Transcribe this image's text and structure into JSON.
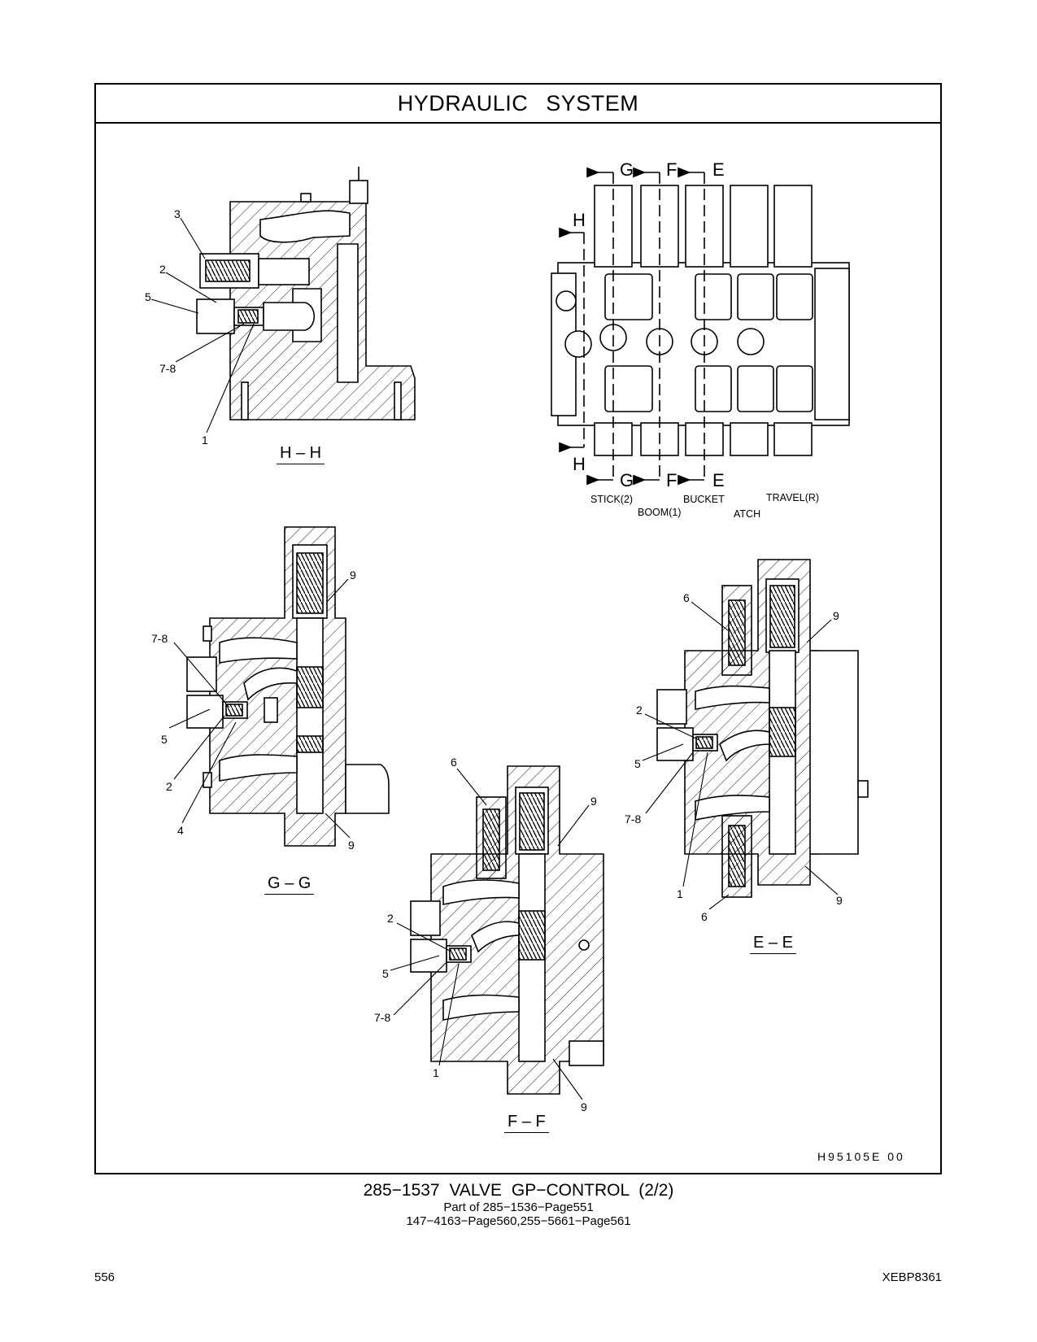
{
  "header": {
    "title": "HYDRAULIC SYSTEM"
  },
  "views": {
    "hh": {
      "label": "H – H",
      "callouts": [
        "3",
        "2",
        "5",
        "7-8",
        "1"
      ]
    },
    "gg": {
      "label": "G – G",
      "callouts": [
        "9",
        "7-8",
        "5",
        "2",
        "4",
        "9"
      ]
    },
    "ff": {
      "label": "F – F",
      "callouts": [
        "6",
        "9",
        "2",
        "5",
        "7-8",
        "1",
        "9"
      ]
    },
    "ee": {
      "label": "E – E",
      "callouts": [
        "6",
        "9",
        "2",
        "5",
        "7-8",
        "1",
        "6",
        "9"
      ]
    },
    "top_view": {
      "section_letters_top": [
        "G",
        "F",
        "E"
      ],
      "section_letters_bottom": [
        "G",
        "F",
        "E"
      ],
      "side_letter_top": "H",
      "side_letter_bottom": "H",
      "valve_names": [
        "STICK(2)",
        "BOOM(1)",
        "BUCKET",
        "ATCH",
        "TRAVEL(R)"
      ]
    }
  },
  "illustration_number": "H95105E 00",
  "caption": {
    "line1": "285−1537 VALVE GP−CONTROL (2/2)",
    "line2": "Part of 285−1536−Page551",
    "line3": "147−4163−Page560,255−5661−Page561"
  },
  "footer": {
    "page_number": "556",
    "doc_number": "XEBP8361"
  }
}
